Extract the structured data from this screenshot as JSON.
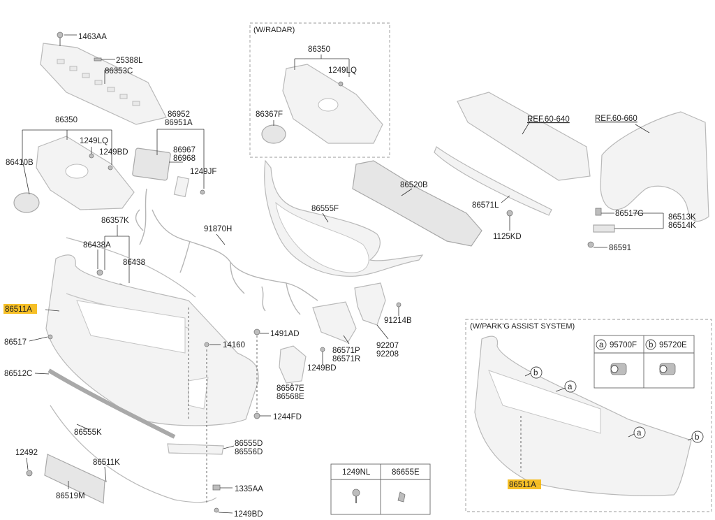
{
  "callouts": {
    "c1463AA": "1463AA",
    "c25388L": "25388L",
    "c86353C": "86353C",
    "c86350": "86350",
    "c1249LQ": "1249LQ",
    "c1249BD_a": "1249BD",
    "c86410B": "86410B",
    "c86952": "86952",
    "c86951A": "86951A",
    "c86967": "86967",
    "c86968": "86968",
    "c1249JF": "1249JF",
    "c86357K": "86357K",
    "c86438A": "86438A",
    "c86438": "86438",
    "c91870H": "91870H",
    "c86511A": "86511A",
    "c86517": "86517",
    "c86512C": "86512C",
    "c86555K": "86555K",
    "c12492": "12492",
    "c86511K": "86511K",
    "c86519M": "86519M",
    "c14160": "14160",
    "c1491AD": "1491AD",
    "c1249BD_b": "1249BD",
    "c86567E": "86567E",
    "c86568E": "86568E",
    "c1244FD": "1244FD",
    "c86555D": "86555D",
    "c86556D": "86556D",
    "c1335AA": "1335AA",
    "c1249BD_c": "1249BD",
    "c86571P": "86571P",
    "c86571R": "86571R",
    "c91214B": "91214B",
    "c92207": "92207",
    "c92208": "92208",
    "c86555F": "86555F",
    "c86520B": "86520B",
    "c86571L": "86571L",
    "c1125KD": "1125KD",
    "cREF640": "REF.60-640",
    "cREF660": "REF.60-660",
    "c86517G": "86517G",
    "c86513K": "86513K",
    "c86514K": "86514K",
    "c86591": "86591"
  },
  "radar_box": {
    "title": "(W/RADAR)",
    "c86350": "86350",
    "c1249LQ": "1249LQ",
    "c86367F": "86367F"
  },
  "park_box": {
    "title": "(W/PARK'G ASSIST SYSTEM)",
    "sensor_a_letter": "a",
    "sensor_a_part": "95700F",
    "sensor_b_letter": "b",
    "sensor_b_part": "95720E",
    "c86511A": "86511A",
    "markers": [
      "b",
      "a",
      "a",
      "b"
    ]
  },
  "hardware_table": {
    "col1": "1249NL",
    "col2": "86655E"
  },
  "highlight_color": "#f4b400"
}
